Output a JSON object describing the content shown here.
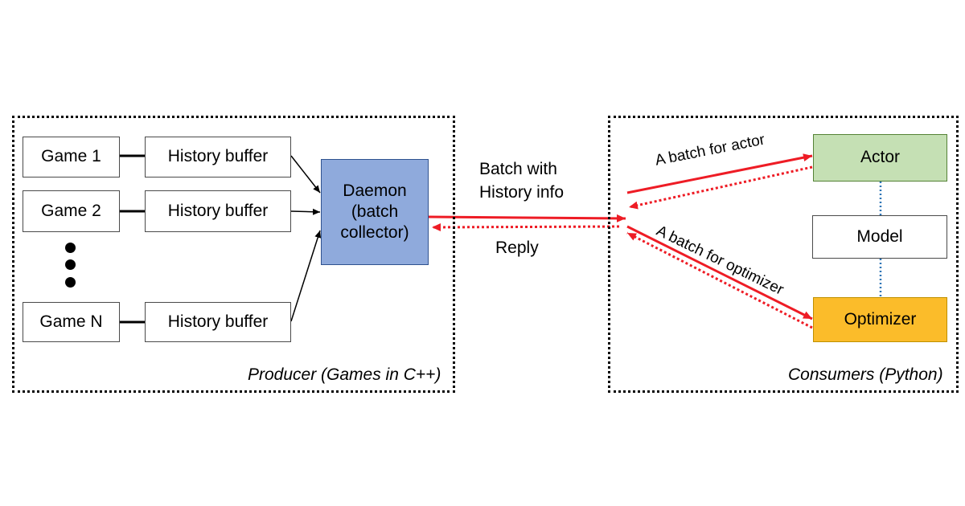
{
  "producer": {
    "caption": "Producer (Games in C++)",
    "games": [
      {
        "game": "Game 1",
        "buffer": "History buffer"
      },
      {
        "game": "Game 2",
        "buffer": "History buffer"
      },
      {
        "game": "Game N",
        "buffer": "History buffer"
      }
    ],
    "daemon": {
      "line1": "Daemon",
      "line2": "(batch",
      "line3": "collector)"
    }
  },
  "channel": {
    "forward_line1": "Batch with",
    "forward_line2": "History info",
    "reply": "Reply"
  },
  "consumers": {
    "caption": "Consumers (Python)",
    "actor": "Actor",
    "model": "Model",
    "optimizer": "Optimizer",
    "actor_edge": "A batch for actor",
    "optimizer_edge": "A batch for optimizer"
  },
  "colors": {
    "daemon_fill": "#8faadc",
    "actor_fill": "#c5e0b4",
    "optimizer_fill": "#fbbc2a",
    "flow_arrow": "#ee1c25",
    "model_link": "#2e75b6"
  }
}
